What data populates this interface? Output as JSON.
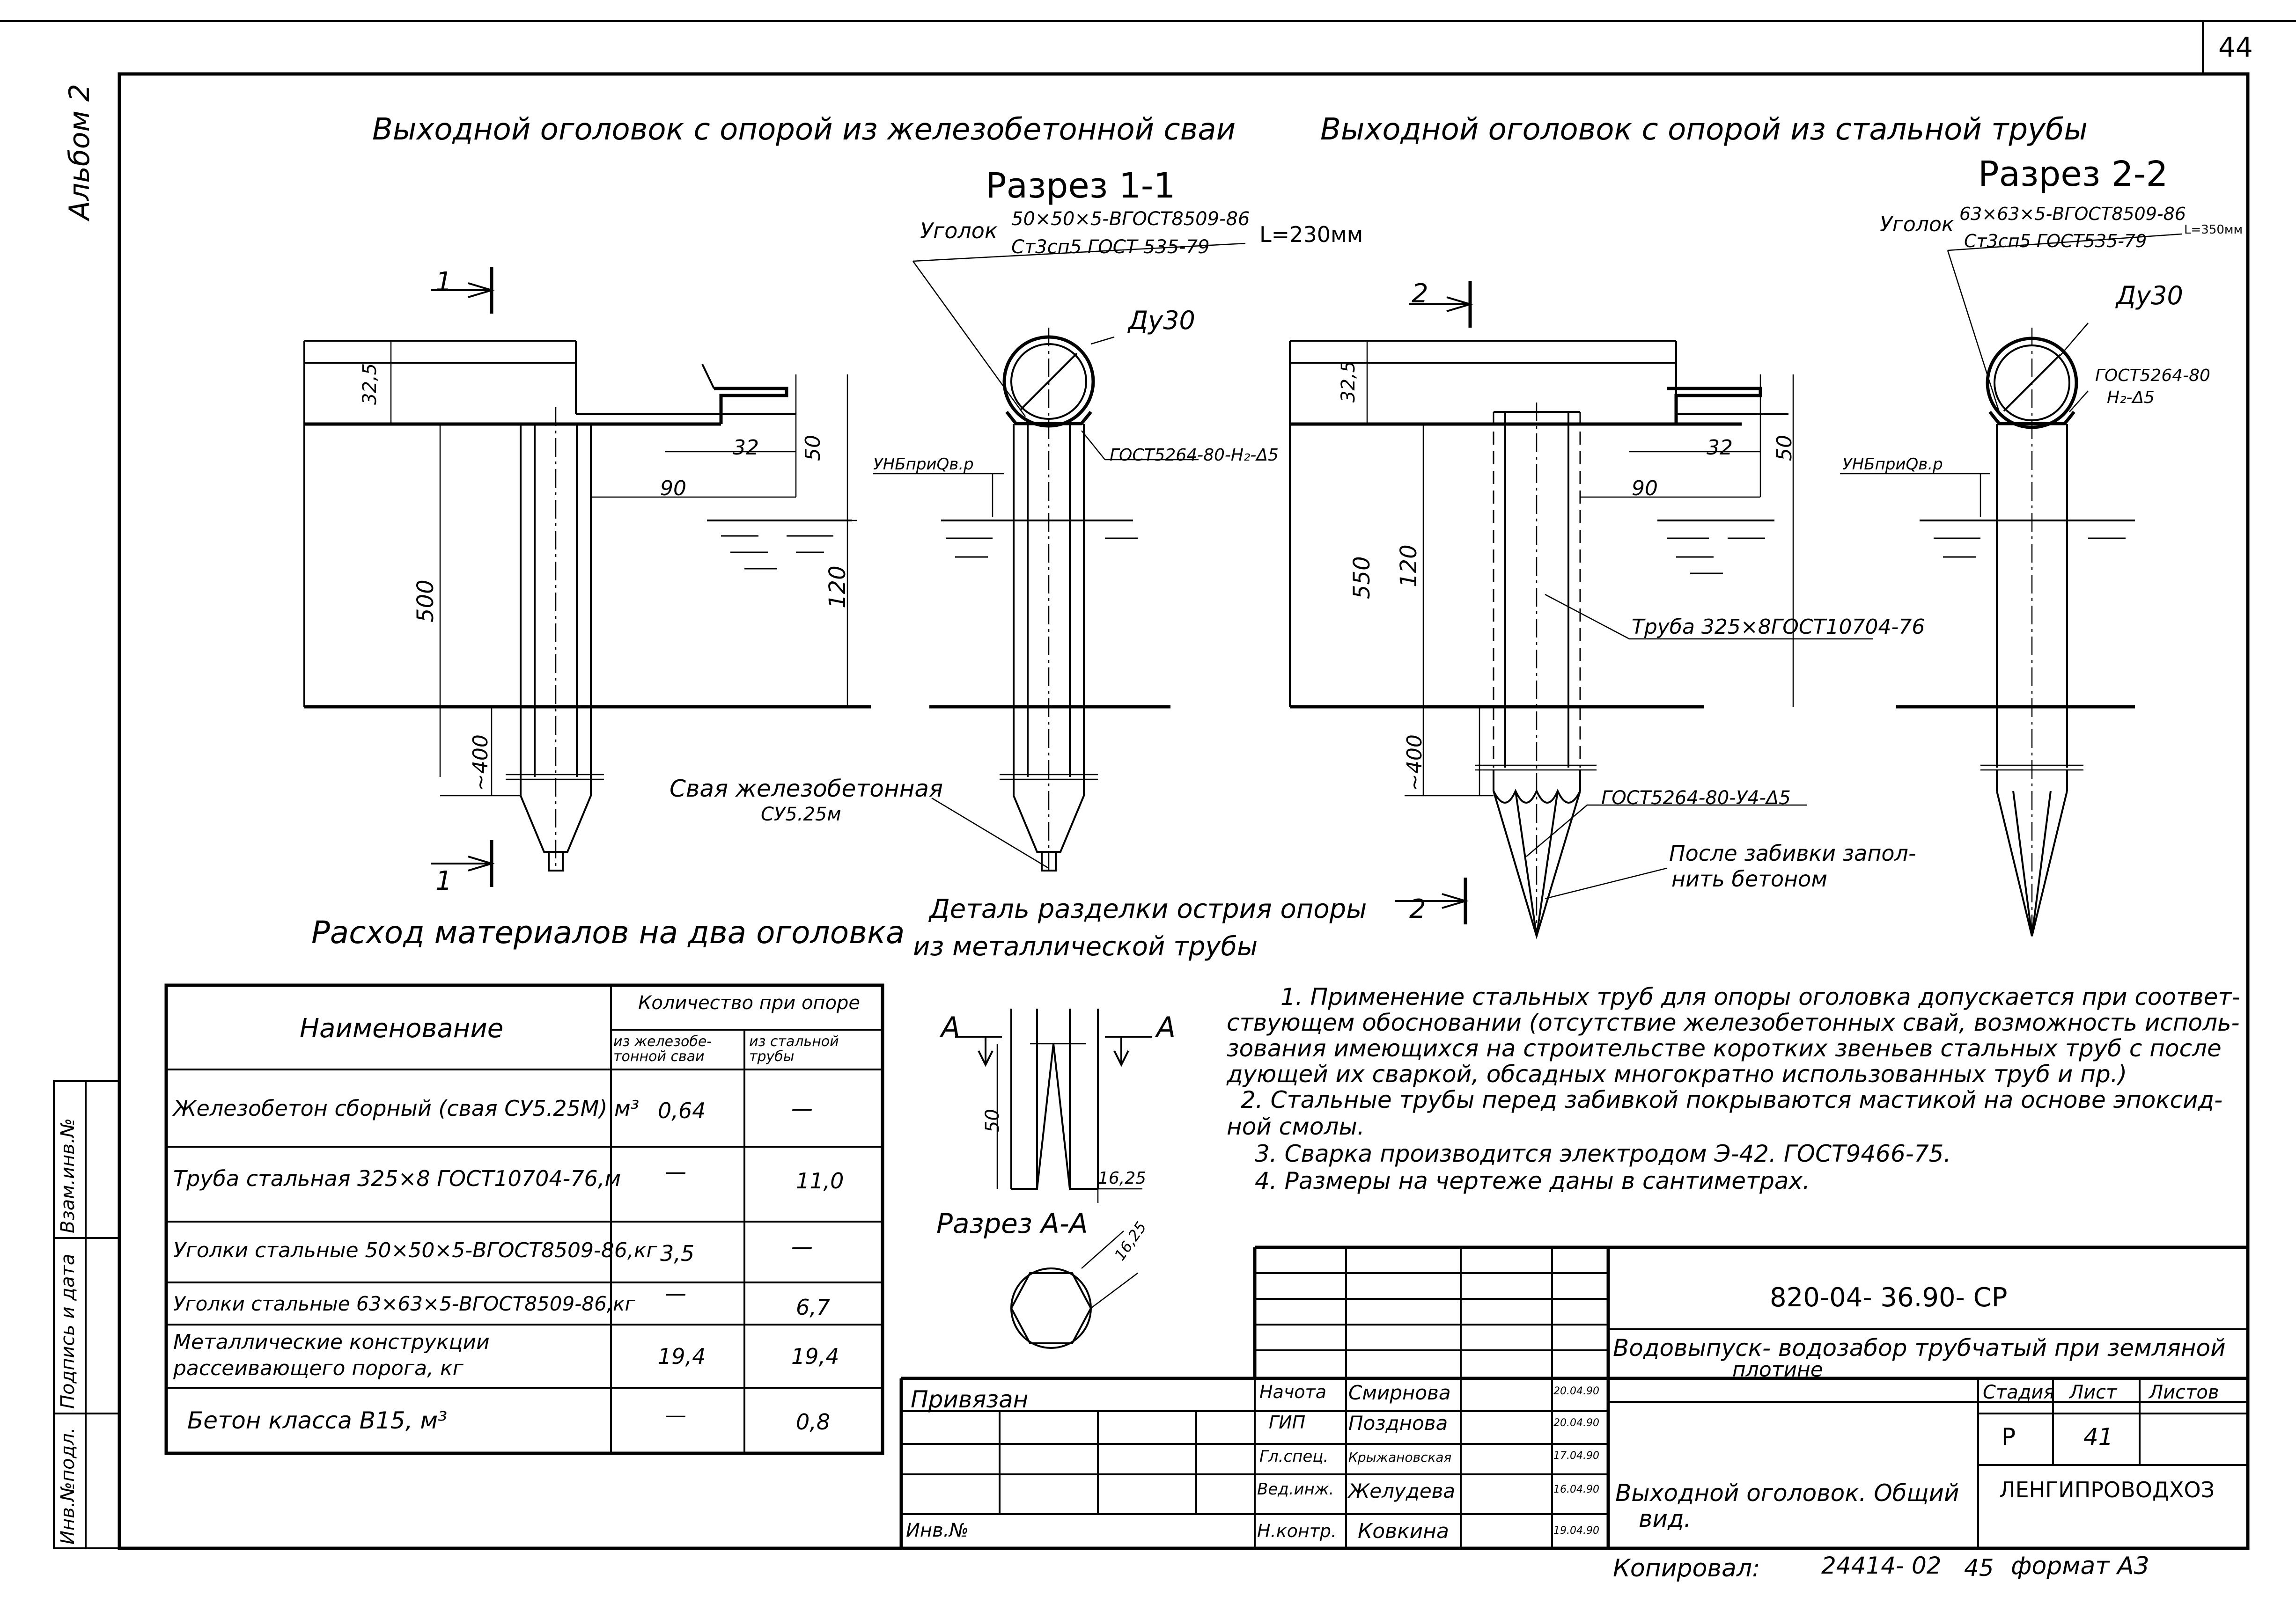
{
  "sheet": {
    "page_no": "44",
    "album": "Альбом 2",
    "side_cells": [
      "Инв.№подл.",
      "Подпись и дата",
      "Взам.инв.№"
    ]
  },
  "titles": {
    "left_heading": "Выходной оголовок с опорой из железобетонной сваи",
    "right_heading": "Выходной оголовок с опорой из стальной трубы",
    "section_1": "Разрез 1-1",
    "section_2": "Разрез 2-2",
    "detail_1": "Деталь разделки острия опоры",
    "detail_2": "из металлической трубы",
    "section_aa": "Разрез А-А",
    "materials": "Расход материалов на два оголовка"
  },
  "drawing_labels": {
    "cut1_top": "1",
    "cut1_bottom": "1",
    "cut2_top": "2",
    "cut2_bottom": "2",
    "angle1_prefix": "Уголок",
    "angle1_num": "50×50×5-ВГОСТ8509-86",
    "angle1_den": "Ст3сп5 ГОСТ 535-79",
    "angle1_len": "L=230мм",
    "angle2_prefix": "Уголок",
    "angle2_num": "63×63×5-ВГОСТ8509-86",
    "angle2_den": "Ст3сп5 ГОСТ535-79",
    "angle2_len": "L=350мм",
    "du1": "Ду30",
    "du2": "Ду30",
    "weld1": "ГОСТ5264-80-Н₂-Δ5",
    "weld2a": "ГОСТ5264-80",
    "weld2b": "Н₂-Δ5",
    "weld3": "ГОСТ5264-80-У4-Δ5",
    "unb1": "УНБприQв.р",
    "unb2": "УНБприQв.р",
    "pipe": "Труба 325×8ГОСТ10704-76",
    "pile_1": "Свая железобетонная",
    "pile_2": "СУ5.25м",
    "after_1": "После забивки запол-",
    "after_2": "нить бетоном",
    "dims_left": [
      "32,5",
      "32",
      "50",
      "90",
      "500",
      "120",
      "~400"
    ],
    "dims_right": [
      "32,5",
      "32",
      "50",
      "90",
      "550",
      "120",
      "~400"
    ],
    "aa_a1": "А",
    "aa_a2": "А",
    "detail_dim_50": "50",
    "detail_dim_1625": "16,25",
    "aa_dim": "16,25"
  },
  "materials_table": {
    "col_name": "Наименование",
    "col_qty": "Количество при опоре",
    "col_rc": "из железобе-тонной сваи",
    "col_steel": "из стальной трубы",
    "rows": [
      {
        "name": "Железобетон сборный (свая СУ5.25М) м³",
        "rc": "0,64",
        "steel": "—"
      },
      {
        "name": "Труба стальная 325×8 ГОСТ10704-76,м",
        "rc": "—",
        "steel": "11,0"
      },
      {
        "name": "Уголки стальные 50×50×5-ВГОСТ8509-86,кг",
        "rc": "3,5",
        "steel": "—"
      },
      {
        "name": "Уголки стальные 63×63×5-ВГОСТ8509-86,кг",
        "rc": "—",
        "steel": "6,7"
      },
      {
        "name": "Металлические конструкции рассеивающего порога, кг",
        "rc": "19,4",
        "steel": "19,4"
      },
      {
        "name": "Бетон класса В15, м³",
        "rc": "—",
        "steel": "0,8"
      }
    ]
  },
  "notes": [
    "1. Применение стальных труб для опоры оголовка допускается при соответ-",
    "ствующем обосновании (отсутствие железобетонных свай, возможность исполь-",
    "зования имеющихся на строительстве коротких звеньев стальных труб с после",
    "дующей их сваркой, обсадных многократно использованных труб и пр.)",
    "2. Стальные трубы перед забивкой покрываются мастикой на основе эпоксид-",
    "ной смолы.",
    "3. Сварка производится электродом Э-42. ГОСТ9466-75.",
    "4. Размеры на чертеже даны в сантиметрах."
  ],
  "stamp": {
    "code": "820-04- 36.90- СР",
    "title_1": "Водовыпуск- водозабор трубчатый при земляной",
    "title_2": "плотине",
    "sheet_title_1": "Выходной оголовок. Общий",
    "sheet_title_2": "вид.",
    "stage_h": "Стадия",
    "sheet_h": "Лист",
    "sheets_h": "Листов",
    "stage": "Р",
    "sheet": "41",
    "org": "ЛЕНГИПРОВОДХОЗ",
    "privyazan": "Привязан",
    "inv": "Инв.№",
    "people": [
      {
        "role": "Начота",
        "name": "Смирнова",
        "date": "20.04.90"
      },
      {
        "role": "ГИП",
        "name": "Позднова",
        "date": "20.04.90"
      },
      {
        "role": "Гл.спец.",
        "name": "Крыжановская",
        "date": "17.04.90"
      },
      {
        "role": "Вед.инж.",
        "name": "Желудева",
        "date": "16.04.90"
      },
      {
        "role": "Н.контр.",
        "name": "Ковкина",
        "date": "19.04.90"
      }
    ],
    "copy": "Копировал:",
    "order": "24414- 02",
    "page_small": "45",
    "format": "формат А3"
  }
}
